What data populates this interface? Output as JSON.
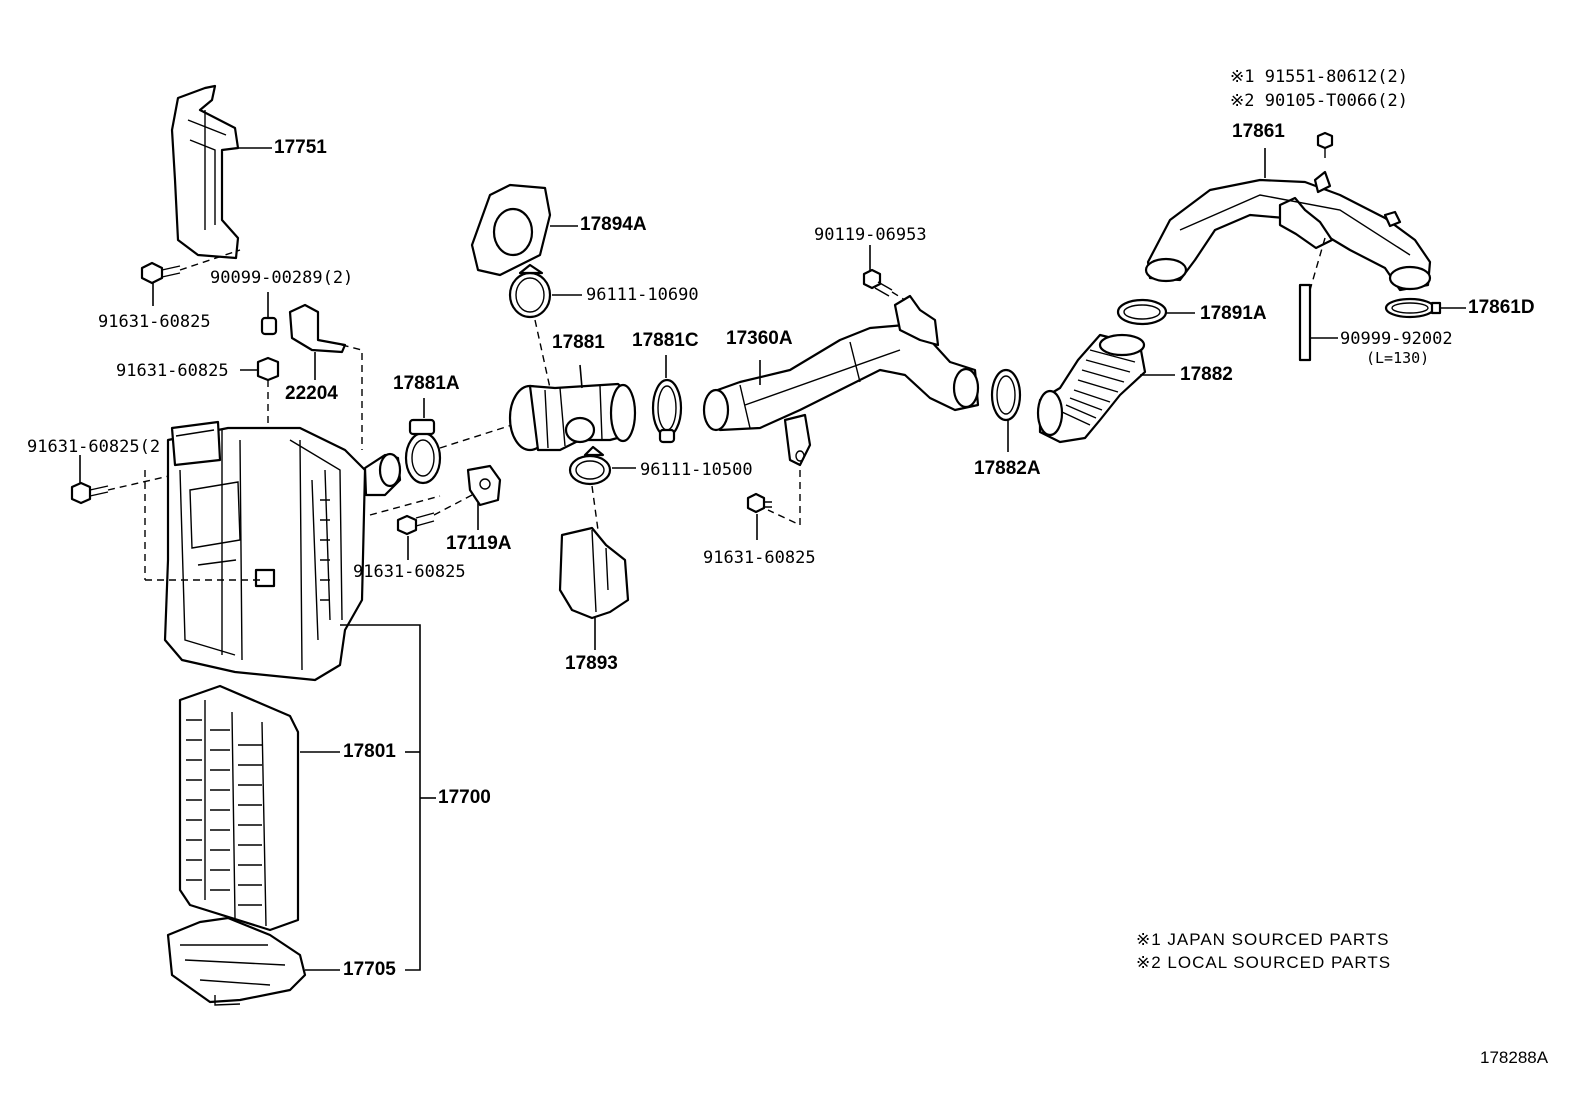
{
  "diagram_id": "178288A",
  "notes": [
    "※1 JAPAN SOURCED PARTS",
    "※2 LOCAL SOURCED PARTS"
  ],
  "labels": {
    "p17751": "17751",
    "p90099_00289": "90099-00289(2)",
    "p91631_60825_a": "91631-60825",
    "p91631_60825_b": "91631-60825",
    "p91631_60825_c": "91631-60825(2",
    "p22204": "22204",
    "p17894A": "17894A",
    "p96111_10690": "96111-10690",
    "p17881": "17881",
    "p17881C": "17881C",
    "p17881A": "17881A",
    "p96111_10500": "96111-10500",
    "p17119A": "17119A",
    "p91631_60825_d": "91631-60825",
    "p17893": "17893",
    "p90119_06953": "90119-06953",
    "p17360A": "17360A",
    "p91631_60825_e": "91631-60825",
    "p17882A": "17882A",
    "p17882": "17882",
    "p17891A": "17891A",
    "p17861": "17861",
    "p17861D": "17861D",
    "p90999_92002": "90999-92002",
    "p90999_len": "(L=130)",
    "ref1": "※1 91551-80612(2)",
    "ref2": "※2 90105-T0066(2)",
    "p17801": "17801",
    "p17700": "17700",
    "p17705": "17705"
  }
}
